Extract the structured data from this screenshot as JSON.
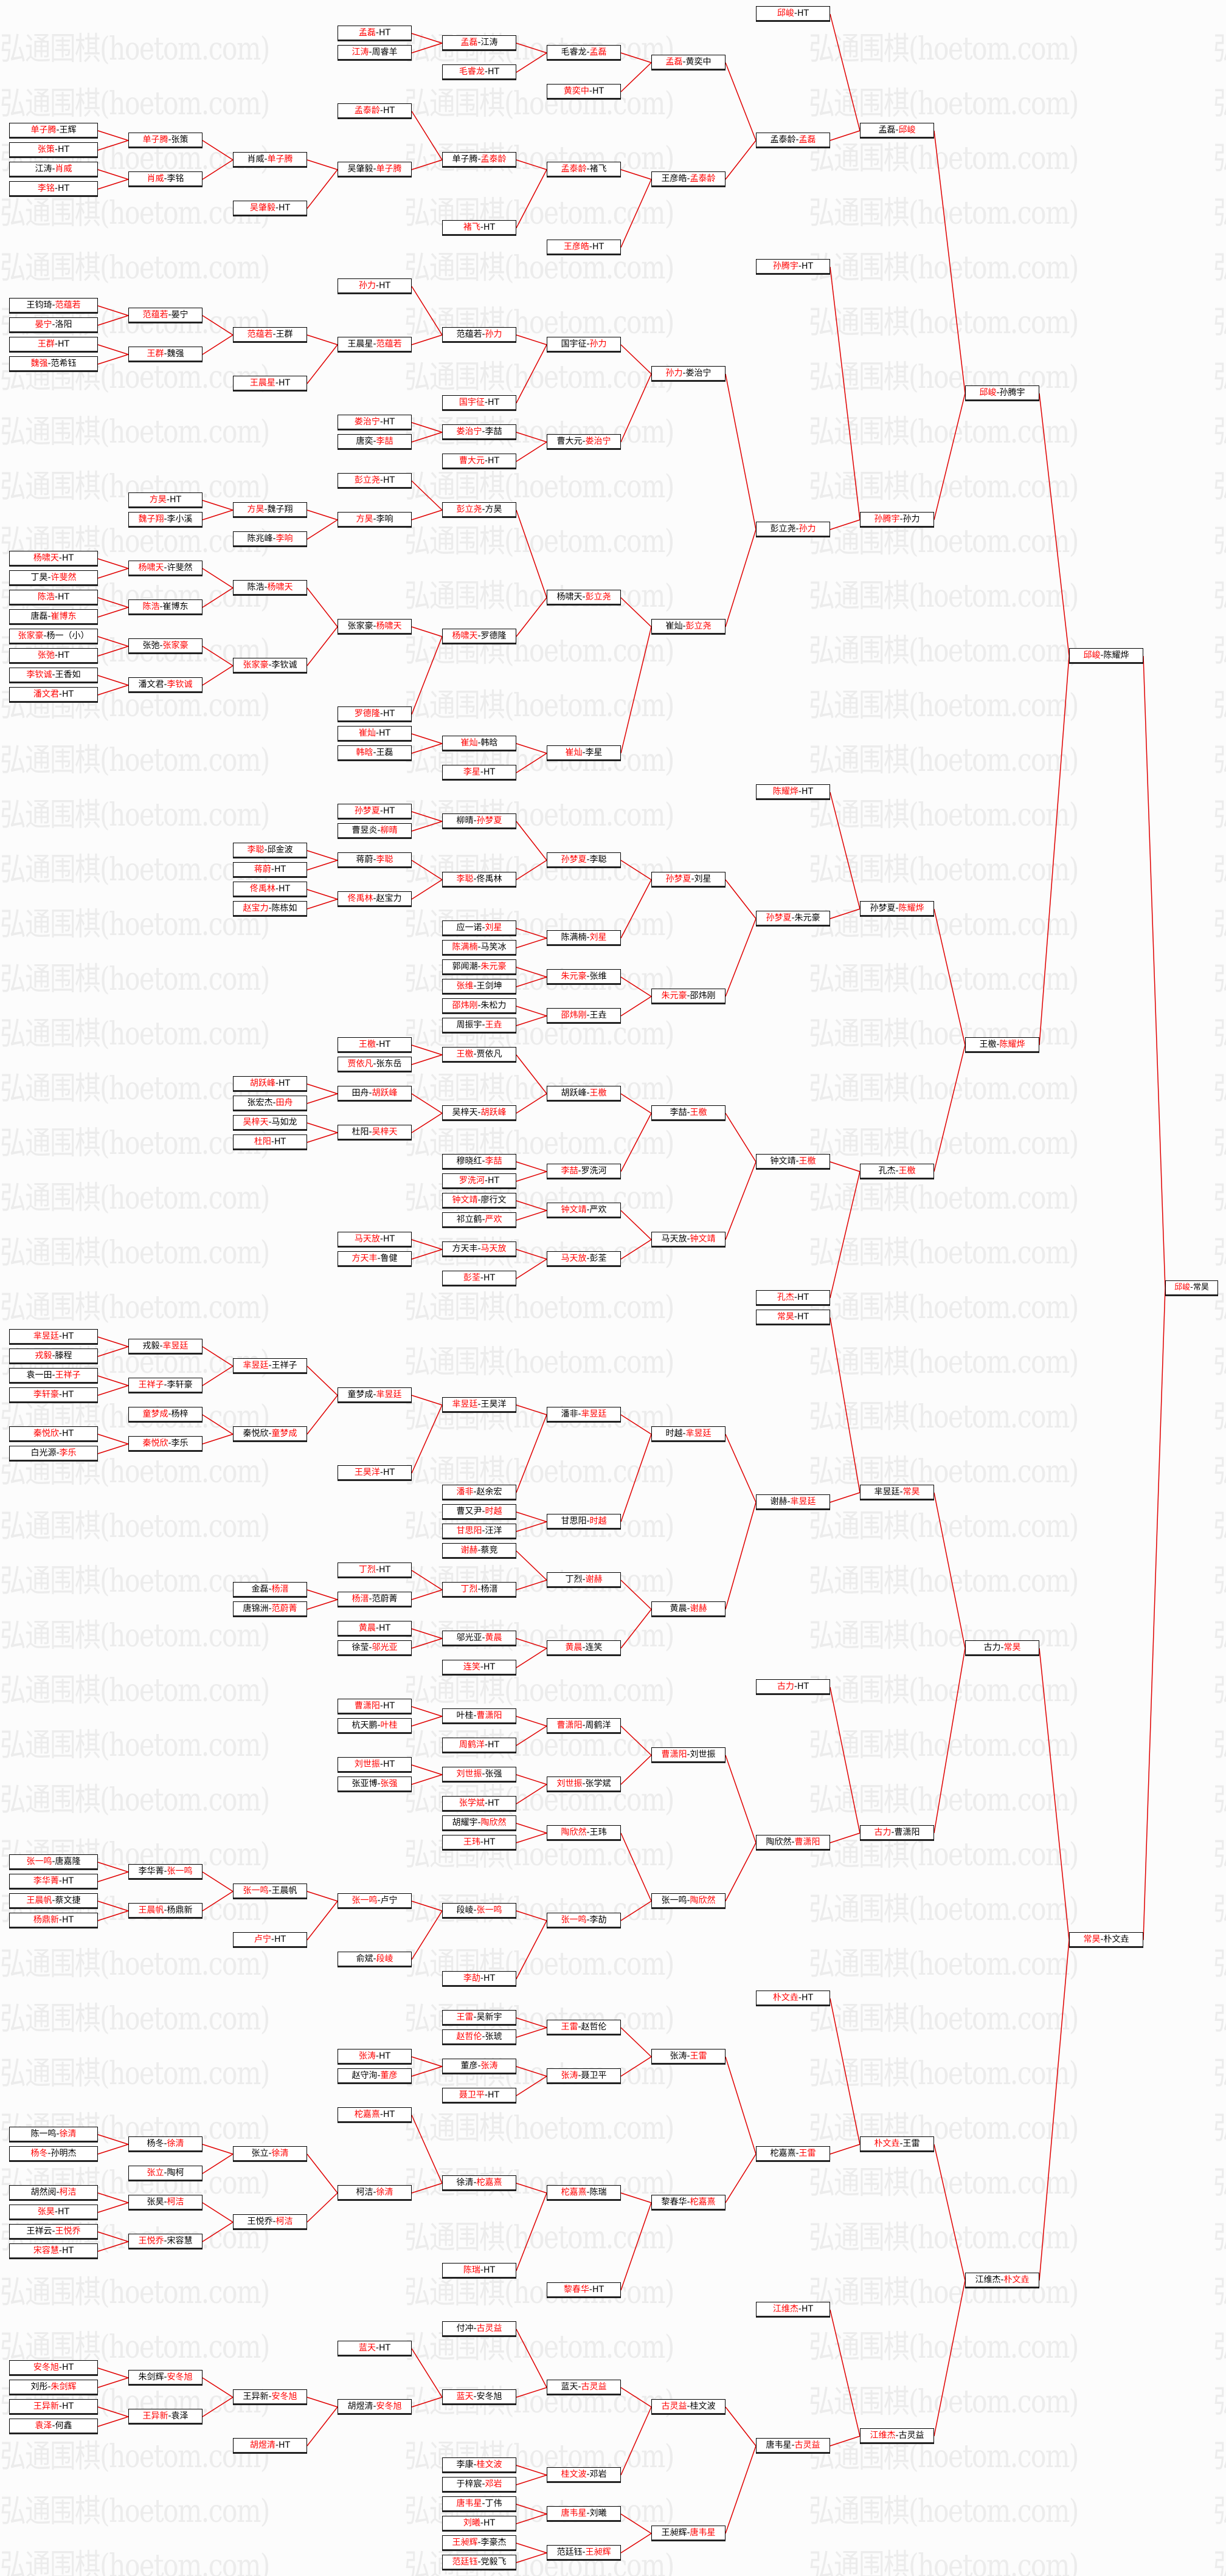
{
  "watermark": "弘通围棋(hoetom.com)",
  "separator": "-",
  "colors": {
    "winner": "#ff0000",
    "connector": "#e00000",
    "border": "#000000"
  },
  "rounds": [
    [
      [
        "单子腾",
        "王辉",
        "a"
      ],
      [
        "张策",
        "HT",
        "a"
      ],
      [
        "江涛",
        "肖威",
        "b"
      ],
      [
        "李铭",
        "HT",
        "a"
      ],
      [
        "王钧琦",
        "范蕴若",
        "b"
      ],
      [
        "晏宁",
        "洛阳",
        "a"
      ],
      [
        "王群",
        "HT",
        "a"
      ],
      [
        "魏强",
        "范希钰",
        "a"
      ],
      [
        "杨啸天",
        "HT",
        "a"
      ],
      [
        "丁昊",
        "许斐然",
        "b"
      ],
      [
        "陈浩",
        "HT",
        "a"
      ],
      [
        "唐磊",
        "崔博东",
        "b"
      ],
      [
        "张家豪",
        "杨一（小）",
        "a"
      ],
      [
        "张弛",
        "HT",
        "a"
      ],
      [
        "李钦诚",
        "王香如",
        "a"
      ],
      [
        "潘文君",
        "HT",
        "a"
      ],
      [
        "芈昱廷",
        "HT",
        "a"
      ],
      [
        "戎毅",
        "滕程",
        "a"
      ],
      [
        "袁一田",
        "王祥子",
        "b"
      ],
      [
        "李轩豪",
        "HT",
        "a"
      ],
      [
        "秦悦欣",
        "HT",
        "a"
      ],
      [
        "白光源",
        "李乐",
        "b"
      ],
      [
        "张一鸣",
        "唐嘉隆",
        "a"
      ],
      [
        "李华菁",
        "HT",
        "a"
      ],
      [
        "王晨帆",
        "蔡文捷",
        "a"
      ],
      [
        "杨鼎新",
        "HT",
        "a"
      ],
      [
        "陈一鸣",
        "徐清",
        "b"
      ],
      [
        "杨冬",
        "孙明杰",
        "a"
      ],
      [
        "胡然阅",
        "柯洁",
        "b"
      ],
      [
        "张昊",
        "HT",
        "a"
      ],
      [
        "王祥云",
        "王悦乔",
        "b"
      ],
      [
        "宋容慧",
        "HT",
        "a"
      ],
      [
        "安冬旭",
        "HT",
        "a"
      ],
      [
        "刘彤",
        "朱剑辉",
        "b"
      ],
      [
        "王异新",
        "HT",
        "a"
      ],
      [
        "袁泽",
        "何鑫",
        "a"
      ]
    ],
    [
      [
        "单子腾",
        "张策",
        "a"
      ],
      [
        "肖威",
        "李铭",
        "a"
      ],
      [
        "范蕴若",
        "晏宁",
        "a"
      ],
      [
        "王群",
        "魏强",
        "a"
      ],
      [
        "方昊",
        "HT",
        "a"
      ],
      [
        "魏子翔",
        "李小溪",
        "a"
      ],
      [
        "杨啸天",
        "许斐然",
        "a"
      ],
      [
        "陈浩",
        "崔博东",
        "a"
      ],
      [
        "张弛",
        "张家豪",
        "b"
      ],
      [
        "潘文君",
        "李钦诚",
        "b"
      ],
      [
        "戎毅",
        "芈昱廷",
        "b"
      ],
      [
        "王祥子",
        "李轩豪",
        "a"
      ],
      [
        "童梦成",
        "杨梓",
        "a"
      ],
      [
        "秦悦欣",
        "李乐",
        "a"
      ],
      [
        "李华菁",
        "张一鸣",
        "b"
      ],
      [
        "王晨帆",
        "杨鼎新",
        "a"
      ],
      [
        "杨冬",
        "徐清",
        "b"
      ],
      [
        "张立",
        "陶柯",
        "a"
      ],
      [
        "张昊",
        "柯洁",
        "b"
      ],
      [
        "王悦乔",
        "宋容慧",
        "a"
      ],
      [
        "朱剑辉",
        "安冬旭",
        "b"
      ],
      [
        "王异新",
        "袁泽",
        "a"
      ]
    ],
    [
      [
        "肖威",
        "单子腾",
        "b"
      ],
      [
        "吴肇毅",
        "HT",
        "a"
      ],
      [
        "范蕴若",
        "王群",
        "a"
      ],
      [
        "王晨星",
        "HT",
        "a"
      ],
      [
        "方昊",
        "魏子翔",
        "a"
      ],
      [
        "陈兆峰",
        "李响",
        "b"
      ],
      [
        "陈浩",
        "杨啸天",
        "b"
      ],
      [
        "张家豪",
        "李钦诚",
        "a"
      ],
      [
        "李聪",
        "邱金波",
        "a"
      ],
      [
        "蒋蔚",
        "HT",
        "a"
      ],
      [
        "佟禹林",
        "HT",
        "a"
      ],
      [
        "赵宝力",
        "陈栋如",
        "a"
      ],
      [
        "胡跃峰",
        "HT",
        "a"
      ],
      [
        "张宏杰",
        "田舟",
        "b"
      ],
      [
        "吴梓天",
        "马如龙",
        "a"
      ],
      [
        "杜阳",
        "HT",
        "a"
      ],
      [
        "芈昱廷",
        "王祥子",
        "a"
      ],
      [
        "秦悦欣",
        "童梦成",
        "b"
      ],
      [
        "金磊",
        "杨溍",
        "b"
      ],
      [
        "唐锦洲",
        "范蔚菁",
        "b"
      ],
      [
        "张一鸣",
        "王晨帆",
        "a"
      ],
      [
        "卢宁",
        "HT",
        "a"
      ],
      [
        "张立",
        "徐清",
        "b"
      ],
      [
        "王悦乔",
        "柯洁",
        "b"
      ],
      [
        "王异新",
        "安冬旭",
        "b"
      ],
      [
        "胡煜清",
        "HT",
        "a"
      ]
    ],
    [
      [
        "孟磊",
        "HT",
        "a"
      ],
      [
        "江涛",
        "周睿羊",
        "a"
      ],
      [
        "孟泰龄",
        "HT",
        "a"
      ],
      [
        "吴肇毅",
        "单子腾",
        "b"
      ],
      [
        "孙力",
        "HT",
        "a"
      ],
      [
        "王晨星",
        "范蕴若",
        "b"
      ],
      [
        "娄治宁",
        "HT",
        "a"
      ],
      [
        "唐奕",
        "李喆",
        "b"
      ],
      [
        "彭立尧",
        "HT",
        "a"
      ],
      [
        "方昊",
        "李响",
        "a"
      ],
      [
        "张家豪",
        "杨啸天",
        "b"
      ],
      [
        "罗德隆",
        "HT",
        "a"
      ],
      [
        "崔灿",
        "HT",
        "a"
      ],
      [
        "韩晗",
        "王磊",
        "a"
      ],
      [
        "孙梦夏",
        "HT",
        "a"
      ],
      [
        "曹昱炎",
        "柳晴",
        "b"
      ],
      [
        "蒋蔚",
        "李聪",
        "b"
      ],
      [
        "佟禹林",
        "赵宝力",
        "a"
      ],
      [
        "王檄",
        "HT",
        "a"
      ],
      [
        "贾依凡",
        "张东岳",
        "a"
      ],
      [
        "田舟",
        "胡跃峰",
        "b"
      ],
      [
        "杜阳",
        "吴梓天",
        "b"
      ],
      [
        "马天放",
        "HT",
        "a"
      ],
      [
        "方天丰",
        "鲁健",
        "a"
      ],
      [
        "童梦成",
        "芈昱廷",
        "b"
      ],
      [
        "王昊洋",
        "HT",
        "a"
      ],
      [
        "丁烈",
        "HT",
        "a"
      ],
      [
        "杨溍",
        "范蔚菁",
        "a"
      ],
      [
        "黄晨",
        "HT",
        "a"
      ],
      [
        "徐莹",
        "邬光亚",
        "b"
      ],
      [
        "曹潇阳",
        "HT",
        "a"
      ],
      [
        "杭天鹏",
        "叶桂",
        "b"
      ],
      [
        "刘世振",
        "HT",
        "a"
      ],
      [
        "张亚博",
        "张强",
        "b"
      ],
      [
        "张一鸣",
        "卢宁",
        "a"
      ],
      [
        "俞斌",
        "段崚",
        "b"
      ],
      [
        "张涛",
        "HT",
        "a"
      ],
      [
        "赵守洵",
        "董彦",
        "b"
      ],
      [
        "柁嘉熹",
        "HT",
        "a"
      ],
      [
        "柯洁",
        "徐清",
        "b"
      ],
      [
        "蓝天",
        "HT",
        "a"
      ],
      [
        "胡煜清",
        "安冬旭",
        "b"
      ]
    ],
    [
      [
        "孟磊",
        "江涛",
        "a"
      ],
      [
        "毛睿龙",
        "HT",
        "a"
      ],
      [
        "单子腾",
        "孟泰龄",
        "b"
      ],
      [
        "褚飞",
        "HT",
        "a"
      ],
      [
        "范蕴若",
        "孙力",
        "b"
      ],
      [
        "国宇征",
        "HT",
        "a"
      ],
      [
        "娄治宁",
        "李喆",
        "a"
      ],
      [
        "曹大元",
        "HT",
        "a"
      ],
      [
        "彭立尧",
        "方昊",
        "a"
      ],
      [
        "杨啸天",
        "罗德隆",
        "a"
      ],
      [
        "崔灿",
        "韩晗",
        "a"
      ],
      [
        "李星",
        "HT",
        "a"
      ],
      [
        "柳晴",
        "孙梦夏",
        "b"
      ],
      [
        "李聪",
        "佟禹林",
        "a"
      ],
      [
        "应一诺",
        "刘星",
        "b"
      ],
      [
        "陈满楠",
        "马笑冰",
        "a"
      ],
      [
        "郭闻潮",
        "朱元豪",
        "b"
      ],
      [
        "张维",
        "王剑坤",
        "a"
      ],
      [
        "邵炜刚",
        "朱松力",
        "a"
      ],
      [
        "周振宇",
        "王垚",
        "b"
      ],
      [
        "王檄",
        "贾依凡",
        "a"
      ],
      [
        "吴梓天",
        "胡跃峰",
        "b"
      ],
      [
        "穆晓红",
        "李喆",
        "b"
      ],
      [
        "罗洗河",
        "HT",
        "a"
      ],
      [
        "钟文靖",
        "廖行文",
        "a"
      ],
      [
        "祁立鹤",
        "严欢",
        "b"
      ],
      [
        "方天丰",
        "马天放",
        "b"
      ],
      [
        "彭荃",
        "HT",
        "a"
      ],
      [
        "芈昱廷",
        "王昊洋",
        "a"
      ],
      [
        "潘非",
        "赵余宏",
        "a"
      ],
      [
        "曹又尹",
        "时越",
        "b"
      ],
      [
        "甘思阳",
        "汪洋",
        "a"
      ],
      [
        "谢赫",
        "蔡竞",
        "a"
      ],
      [
        "丁烈",
        "杨溍",
        "a"
      ],
      [
        "邬光亚",
        "黄晨",
        "b"
      ],
      [
        "连笑",
        "HT",
        "a"
      ],
      [
        "叶桂",
        "曹潇阳",
        "b"
      ],
      [
        "周鹤洋",
        "HT",
        "a"
      ],
      [
        "刘世振",
        "张强",
        "a"
      ],
      [
        "张学斌",
        "HT",
        "a"
      ],
      [
        "胡耀宇",
        "陶欣然",
        "b"
      ],
      [
        "王玮",
        "HT",
        "a"
      ],
      [
        "段崚",
        "张一鸣",
        "b"
      ],
      [
        "李劼",
        "HT",
        "a"
      ],
      [
        "王雷",
        "吴新宇",
        "a"
      ],
      [
        "赵哲伦",
        "张琥",
        "a"
      ],
      [
        "董彦",
        "张涛",
        "b"
      ],
      [
        "聂卫平",
        "HT",
        "a"
      ],
      [
        "徐清",
        "柁嘉熹",
        "b"
      ],
      [
        "陈瑞",
        "HT",
        "a"
      ],
      [
        "付冲",
        "古灵益",
        "b"
      ],
      [
        "蓝天",
        "安冬旭",
        "a"
      ],
      [
        "李康",
        "桂文波",
        "b"
      ],
      [
        "于梓宸",
        "邓岩",
        "b"
      ],
      [
        "唐韦星",
        "丁伟",
        "a"
      ],
      [
        "刘曦",
        "HT",
        "a"
      ],
      [
        "王昶辉",
        "李豪杰",
        "a"
      ],
      [
        "范廷钰",
        "党毅飞",
        "a"
      ]
    ],
    [
      [
        "毛睿龙",
        "孟磊",
        "b"
      ],
      [
        "黄奕中",
        "HT",
        "a"
      ],
      [
        "孟泰龄",
        "褚飞",
        "a"
      ],
      [
        "王彦皓",
        "HT",
        "a"
      ],
      [
        "国宇征",
        "孙力",
        "b"
      ],
      [
        "曹大元",
        "娄治宁",
        "b"
      ],
      [
        "杨啸天",
        "彭立尧",
        "b"
      ],
      [
        "崔灿",
        "李星",
        "a"
      ],
      [
        "孙梦夏",
        "李聪",
        "a"
      ],
      [
        "陈满楠",
        "刘星",
        "b"
      ],
      [
        "朱元豪",
        "张维",
        "a"
      ],
      [
        "邵炜刚",
        "王垚",
        "a"
      ],
      [
        "胡跃峰",
        "王檄",
        "b"
      ],
      [
        "李喆",
        "罗洗河",
        "a"
      ],
      [
        "钟文靖",
        "严欢",
        "a"
      ],
      [
        "马天放",
        "彭荃",
        "a"
      ],
      [
        "潘非",
        "芈昱廷",
        "b"
      ],
      [
        "甘思阳",
        "时越",
        "b"
      ],
      [
        "丁烈",
        "谢赫",
        "b"
      ],
      [
        "黄晨",
        "连笑",
        "a"
      ],
      [
        "曹潇阳",
        "周鹤洋",
        "a"
      ],
      [
        "刘世振",
        "张学斌",
        "a"
      ],
      [
        "陶欣然",
        "王玮",
        "a"
      ],
      [
        "张一鸣",
        "李劼",
        "a"
      ],
      [
        "王雷",
        "赵哲伦",
        "a"
      ],
      [
        "张涛",
        "聂卫平",
        "a"
      ],
      [
        "柁嘉熹",
        "陈瑞",
        "a"
      ],
      [
        "黎春华",
        "HT",
        "a"
      ],
      [
        "蓝天",
        "古灵益",
        "b"
      ],
      [
        "桂文波",
        "邓岩",
        "a"
      ],
      [
        "唐韦星",
        "刘曦",
        "a"
      ],
      [
        "范廷钰",
        "王昶辉",
        "b"
      ]
    ],
    [
      [
        "孟磊",
        "黄奕中",
        "a"
      ],
      [
        "王彦皓",
        "孟泰龄",
        "b"
      ],
      [
        "孙力",
        "娄治宁",
        "a"
      ],
      [
        "崔灿",
        "彭立尧",
        "b"
      ],
      [
        "孙梦夏",
        "刘星",
        "a"
      ],
      [
        "朱元豪",
        "邵炜刚",
        "a"
      ],
      [
        "李喆",
        "王檄",
        "b"
      ],
      [
        "马天放",
        "钟文靖",
        "b"
      ],
      [
        "时越",
        "芈昱廷",
        "b"
      ],
      [
        "黄晨",
        "谢赫",
        "b"
      ],
      [
        "曹潇阳",
        "刘世振",
        "a"
      ],
      [
        "张一鸣",
        "陶欣然",
        "b"
      ],
      [
        "张涛",
        "王雷",
        "b"
      ],
      [
        "黎春华",
        "柁嘉熹",
        "b"
      ],
      [
        "古灵益",
        "桂文波",
        "a"
      ],
      [
        "王昶辉",
        "唐韦星",
        "b"
      ]
    ],
    [
      [
        "邱峻",
        "HT",
        "a"
      ],
      [
        "孟泰龄",
        "孟磊",
        "b"
      ],
      [
        "孙腾宇",
        "HT",
        "a"
      ],
      [
        "彭立尧",
        "孙力",
        "b"
      ],
      [
        "陈耀烨",
        "HT",
        "a"
      ],
      [
        "孙梦夏",
        "朱元豪",
        "a"
      ],
      [
        "钟文靖",
        "王檄",
        "b"
      ],
      [
        "孔杰",
        "HT",
        "a"
      ],
      [
        "常昊",
        "HT",
        "a"
      ],
      [
        "谢赫",
        "芈昱廷",
        "b"
      ],
      [
        "古力",
        "HT",
        "a"
      ],
      [
        "陶欣然",
        "曹潇阳",
        "b"
      ],
      [
        "朴文垚",
        "HT",
        "a"
      ],
      [
        "柁嘉熹",
        "王雷",
        "b"
      ],
      [
        "江维杰",
        "HT",
        "a"
      ],
      [
        "唐韦星",
        "古灵益",
        "b"
      ]
    ],
    [
      [
        "孟磊",
        "邱峻",
        "b"
      ],
      [
        "孙腾宇",
        "孙力",
        "a"
      ],
      [
        "孙梦夏",
        "陈耀烨",
        "b"
      ],
      [
        "孔杰",
        "王檄",
        "b"
      ],
      [
        "芈昱廷",
        "常昊",
        "b"
      ],
      [
        "古力",
        "曹潇阳",
        "a"
      ],
      [
        "朴文垚",
        "王雷",
        "a"
      ],
      [
        "江维杰",
        "古灵益",
        "a"
      ]
    ],
    [
      [
        "邱峻",
        "孙腾宇",
        "a"
      ],
      [
        "王檄",
        "陈耀烨",
        "b"
      ],
      [
        "古力",
        "常昊",
        "b"
      ],
      [
        "江维杰",
        "朴文垚",
        "b"
      ]
    ],
    [
      [
        "邱峻",
        "陈耀烨",
        "a"
      ],
      [
        "常昊",
        "朴文垚",
        "a"
      ]
    ],
    [
      [
        "邱峻",
        "常昊",
        "a"
      ]
    ]
  ]
}
